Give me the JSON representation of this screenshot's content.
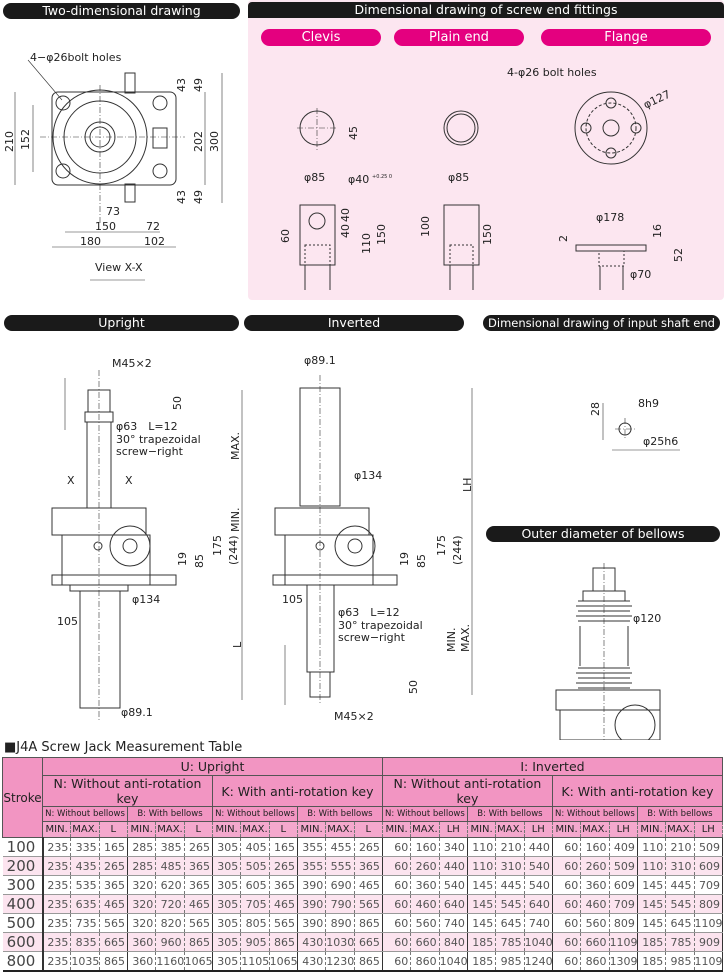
{
  "headers": {
    "two_dim": "Two-dimensional drawing",
    "screw_end": "Dimensional drawing of screw end fittings",
    "upright": "Upright",
    "inverted": "Inverted",
    "input_shaft": "Dimensional drawing of input shaft end",
    "bellows": "Outer diameter of bellows"
  },
  "fittings": {
    "clevis": "Clevis",
    "plain": "Plain end",
    "flange": "Flange"
  },
  "two_dim": {
    "bolt_holes": "4−φ26bolt holes",
    "d210": "210",
    "d152": "152",
    "d202": "202",
    "d300": "300",
    "d43a": "43",
    "d49a": "49",
    "d43b": "43",
    "d49b": "49",
    "d73": "73",
    "d150": "150",
    "d72": "72",
    "d180": "180",
    "d102": "102",
    "view": "View X-X"
  },
  "clevis": {
    "d45": "45",
    "d85": "φ85",
    "hole": "φ40",
    "tol": "+0.25 0",
    "d60": "60",
    "d40a": "40",
    "d40b": "40",
    "d110": "110",
    "d150": "150"
  },
  "plain": {
    "d85": "φ85",
    "d100": "100",
    "d150": "150"
  },
  "flange": {
    "bolt_holes": "4-φ26 bolt holes",
    "d127": "φ127",
    "d178": "φ178",
    "d2": "2",
    "d16": "16",
    "d52": "52",
    "d70": "φ70"
  },
  "upright": {
    "m45": "M45×2",
    "d50": "50",
    "thread": "φ63　L=12",
    "thread2": "30° trapezoidal",
    "thread3": "screw−right",
    "max": "MAX.",
    "min": "MIN.",
    "x1": "X",
    "x2": "X",
    "d175": "175",
    "d244": "(244)",
    "d19": "19",
    "d85": "85",
    "d134": "φ134",
    "d105": "105",
    "L": "L",
    "d891": "φ89.1"
  },
  "inverted": {
    "d891": "φ89.1",
    "LH": "LH",
    "d134": "φ134",
    "d175": "175",
    "d244": "(244)",
    "d19": "19",
    "d85": "85",
    "d105": "105",
    "thread": "φ63　L=12",
    "thread2": "30° trapezoidal",
    "thread3": "screw−right",
    "min": "MIN.",
    "max": "MAX.",
    "d50": "50",
    "m45": "M45×2"
  },
  "input_shaft": {
    "d28": "28",
    "key": "8h9",
    "shaft": "φ25h6"
  },
  "bellows": {
    "d120": "φ120"
  },
  "table": {
    "title": "■J4A Screw Jack Measurement Table",
    "stroke_label": "Stroke",
    "upright": "U: Upright",
    "inverted": "I: Inverted",
    "n_key": "N: Without anti-rotation key",
    "k_key": "K: With anti-rotation key",
    "n_bel": "N: Without bellows",
    "b_bel": "B: With bellows",
    "u_cols": [
      "MIN.",
      "MAX.",
      "L"
    ],
    "i_cols": [
      "MIN.",
      "MAX.",
      "LH"
    ],
    "rows": [
      [
        "100",
        "235",
        "335",
        "165",
        "285",
        "385",
        "265",
        "305",
        "405",
        "165",
        "355",
        "455",
        "265",
        "60",
        "160",
        "340",
        "110",
        "210",
        "440",
        "60",
        "160",
        "409",
        "110",
        "210",
        "509"
      ],
      [
        "200",
        "235",
        "435",
        "265",
        "285",
        "485",
        "365",
        "305",
        "505",
        "265",
        "355",
        "555",
        "365",
        "60",
        "260",
        "440",
        "110",
        "310",
        "540",
        "60",
        "260",
        "509",
        "110",
        "310",
        "609"
      ],
      [
        "300",
        "235",
        "535",
        "365",
        "320",
        "620",
        "365",
        "305",
        "605",
        "365",
        "390",
        "690",
        "465",
        "60",
        "360",
        "540",
        "145",
        "445",
        "540",
        "60",
        "360",
        "609",
        "145",
        "445",
        "709"
      ],
      [
        "400",
        "235",
        "635",
        "465",
        "320",
        "720",
        "465",
        "305",
        "705",
        "465",
        "390",
        "790",
        "565",
        "60",
        "460",
        "640",
        "145",
        "545",
        "640",
        "60",
        "460",
        "709",
        "145",
        "545",
        "809"
      ],
      [
        "500",
        "235",
        "735",
        "565",
        "320",
        "820",
        "565",
        "305",
        "805",
        "565",
        "390",
        "890",
        "865",
        "60",
        "560",
        "740",
        "145",
        "645",
        "740",
        "60",
        "560",
        "809",
        "145",
        "645",
        "1109"
      ],
      [
        "600",
        "235",
        "835",
        "665",
        "360",
        "960",
        "865",
        "305",
        "905",
        "865",
        "430",
        "1030",
        "665",
        "60",
        "660",
        "840",
        "185",
        "785",
        "1040",
        "60",
        "660",
        "1109",
        "185",
        "785",
        "909"
      ],
      [
        "800",
        "235",
        "1035",
        "865",
        "360",
        "1160",
        "1065",
        "305",
        "1105",
        "1065",
        "430",
        "1230",
        "865",
        "60",
        "860",
        "1040",
        "185",
        "985",
        "1240",
        "60",
        "860",
        "1309",
        "185",
        "985",
        "1109"
      ]
    ]
  }
}
